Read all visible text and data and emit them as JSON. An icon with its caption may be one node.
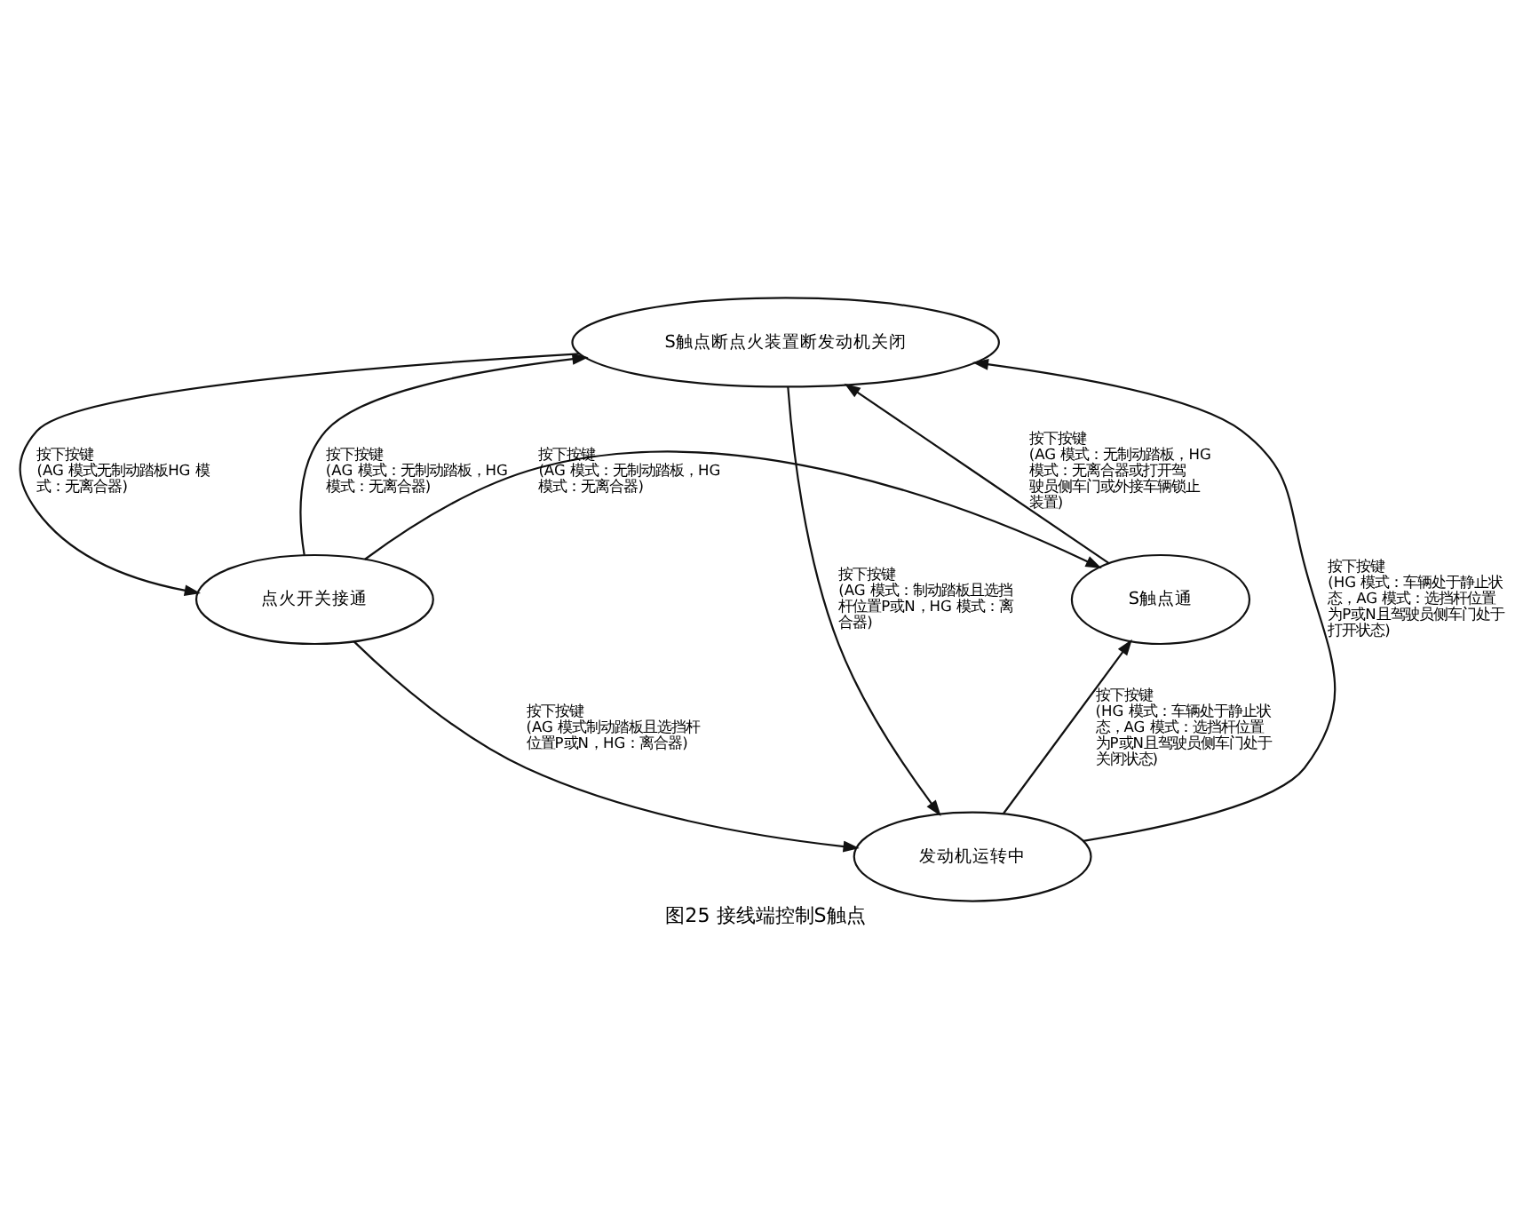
{
  "diagram": {
    "caption": "图25 接线端控制S触点",
    "nodes": [
      {
        "text": [
          "S触点断点火装置断发动机关闭"
        ]
      },
      {
        "text": [
          "S触点通"
        ]
      },
      {
        "text": [
          "点火开关接通"
        ]
      },
      {
        "text": [
          "发动机运转中"
        ]
      }
    ],
    "edges": [
      {
        "from": 1,
        "to": 0,
        "arrow": "to",
        "label": "按下按键(AG 模式：无制动踏板，HG 模式：无离合器或打开驾驶员侧车门或外接车辆锁止装置)"
      },
      {
        "from": 0,
        "to": 2,
        "arrow": "to",
        "label": "按下按键(AG 模式无制动踏板HG 模式：无离合器)"
      },
      {
        "from": 2,
        "to": 0,
        "arrow": "to",
        "label": "按下按键(AG 模式：无制动踏板，HG 模式：无离合器)"
      },
      {
        "from": 0,
        "to": 3,
        "arrow": "to",
        "label": "按下按键(AG 模式：制动踏板且选挡杆位置P或N，HG 模式：离合器)"
      },
      {
        "from": 2,
        "to": 1,
        "arrow": "to",
        "label": "按下按键(AG 模式：无制动踏板，HG 模式：无离合器)"
      },
      {
        "from": 3,
        "to": 0,
        "arrow": "to",
        "label": "按下按键(HG 模式：车辆处于静止状态，AG 模式：选挡杆位置为P或N且驾驶员侧车门处于打开状态)"
      },
      {
        "from": 2,
        "to": 3,
        "arrow": "to",
        "label": "按下按键(AG 模式制动踏板且选挡杆位置P或N，HG：离合器)"
      },
      {
        "from": 3,
        "to": 1,
        "arrow": "to",
        "label": "按下按键(HG 模式：车辆处于静止状态，AG 模式：选挡杆位置为P或N且驾驶员侧车门处于关闭状态)"
      }
    ]
  }
}
